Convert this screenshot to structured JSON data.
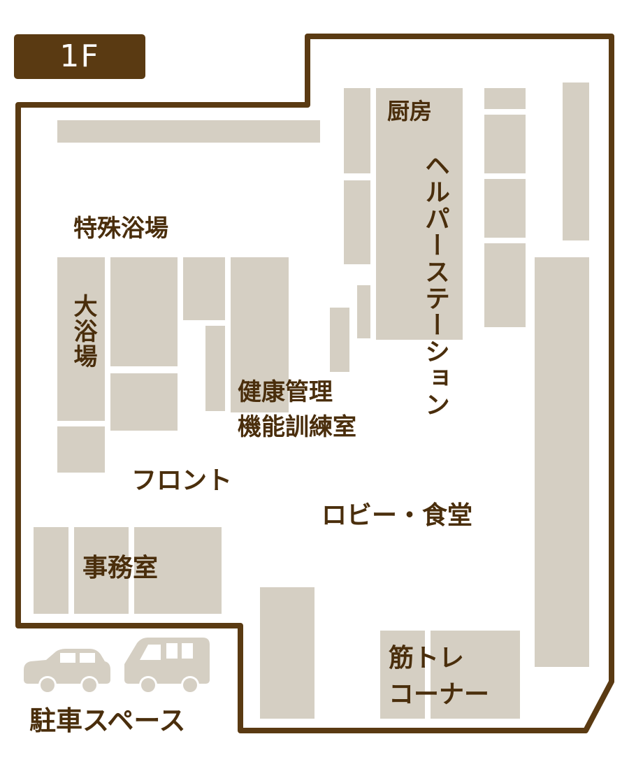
{
  "floor_label": "1F",
  "rooms": {
    "kitchen": "厨房",
    "helper_station": "ヘルパーステーション",
    "special_bath": "特殊浴場",
    "large_bath": "大浴場",
    "health_training_line1": "健康管理",
    "health_training_line2": "機能訓練室",
    "front_desk": "フロント",
    "lobby_dining": "ロビー・食堂",
    "office": "事務室",
    "gym_line1": "筋トレ",
    "gym_line2": "コーナー",
    "parking": "駐車スペース"
  },
  "icons": [
    "sedan-car-icon",
    "van-icon"
  ],
  "colors": {
    "wall": "#5a3a12",
    "block": "#d5cfc3",
    "text": "#4a2e0c",
    "car": "#d5cfc3"
  }
}
